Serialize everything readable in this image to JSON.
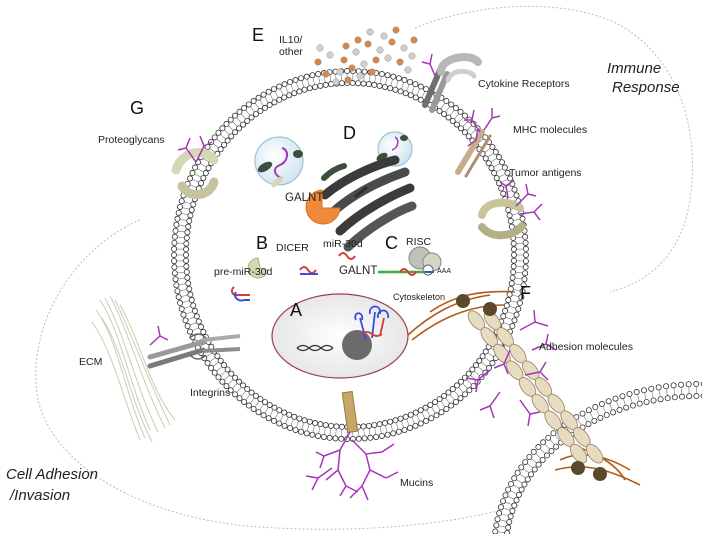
{
  "panels": {
    "a": "A",
    "b": "B",
    "c": "C",
    "d": "D",
    "e": "E",
    "f": "F",
    "g": "G"
  },
  "labels": {
    "il10_line1": "IL10/",
    "il10_line2": "other",
    "cytokine_receptors": "Cytokine Receptors",
    "immune_line1": "Immune",
    "immune_line2": "Response",
    "mhc": "MHC molecules",
    "proteoglycans": "Proteoglycans",
    "galnt_golgi": "GALNT",
    "tumor_antigens": "Tumor antigens",
    "dicer": "DICER",
    "mir30d": "miR-30d",
    "risc": "RISC",
    "pre_mir30d": "pre-miR-30d",
    "galnt_mrna": "GALNT",
    "poly_a": "AAA",
    "cytoskeleton": "Cytoskeleton",
    "ecm": "ECM",
    "integrins": "Integrins",
    "adhesion": "Adhesion molecules",
    "mucins": "Mucins",
    "cell_adhesion_line1": "Cell Adhesion",
    "cell_adhesion_line2": "/Invasion"
  },
  "colors": {
    "membrane_bead": "#ffffff",
    "membrane_stroke": "#333333",
    "glycan": "#a436b8",
    "nucleus_fill": "#e8e6e6",
    "nucleus_stroke": "#9b3f4b",
    "galnt_enzyme": "#f08a3a",
    "mrna": "#3fae3f",
    "cytoskeleton": "#b05a1a",
    "adhesion_molecule": "#e8dcc0",
    "mucin_stalk": "#b99a4f",
    "receptor_grey": "#8a8a8a",
    "proteoglycan_core": "#d8d7b3"
  }
}
